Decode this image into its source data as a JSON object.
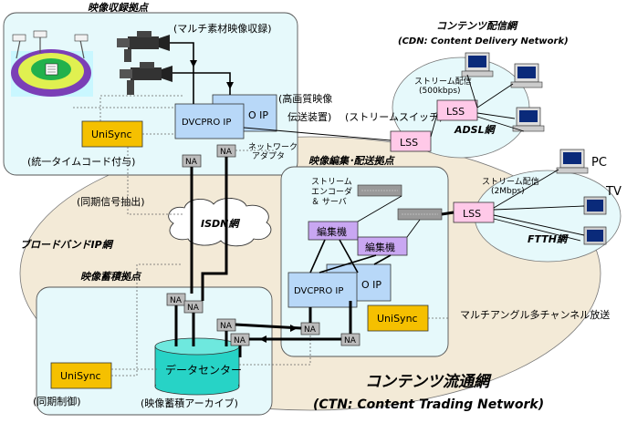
{
  "regions": {
    "shooting": "映像収録拠点",
    "editing": "映像編集･配送拠点",
    "storage": "映像蓄積拠点",
    "broadband": "ブロードバンドIP網",
    "cdn_title": "コンテンツ配信網",
    "cdn_sub": "(CDN: Content Delivery Network)",
    "ctn_title": "コンテンツ流通網",
    "ctn_sub": "(CTN: Content Trading Network)",
    "adsl": "ADSL網",
    "ftth": "FTTH網",
    "isdn": "ISDN網"
  },
  "labels": {
    "multi_record": "(マルチ素材映像収録)",
    "hq_transport_1": "高画質映像",
    "hq_transport_2": "伝送装置)",
    "stream_switch": "(ストリームスイッチ)",
    "network_adapter_1": "ネットワーク",
    "network_adapter_2": "アダプタ",
    "timecode": "(統一タイムコード付与)",
    "sync_extract": "(同期信号抽出)",
    "stream_encoder_1": "ストリーム",
    "stream_encoder_2": "エンコーダ",
    "stream_encoder_3": "＆ サーバ",
    "stream_adsl_1": "ストリーム配信",
    "stream_adsl_2": "(500kbps)",
    "stream_ftth_1": "ストリーム配信",
    "stream_ftth_2": "(2Mbps)",
    "multi_angle": "マルチアングル多チャンネル放送",
    "sync_control": "(同期制御)",
    "archive": "(映像蓄積アーカイブ)",
    "pc": "PC",
    "tv": "TV",
    "hq_paren_open": "("
  },
  "devices": {
    "dvcpro_top": "DVCPRO IP",
    "dvcpro_top_back": "O IP",
    "dvcpro_mid": "DVCPRO IP",
    "dvcpro_mid_back": "O IP",
    "unisync_top": "UniSync",
    "unisync_mid": "UniSync",
    "unisync_bottom": "UniSync",
    "na": "NA",
    "lss": "LSS",
    "editor": "編集機",
    "datacenter": "データセンター"
  },
  "colors": {
    "region_fill": "#e6f9fb",
    "broadband_fill": "#f3ead7",
    "lss_fill": "#ffc9e8",
    "unisync_fill": "#f5c000",
    "dvcpro_fill": "#b8d8f8",
    "editor_fill": "#c9a7f2",
    "datacenter_fill": "#27d3c6"
  },
  "icons": [
    "stadium-icon",
    "video-camera-icon",
    "computer-icon",
    "tv-icon",
    "server-rack-icon",
    "cloud-icon"
  ]
}
